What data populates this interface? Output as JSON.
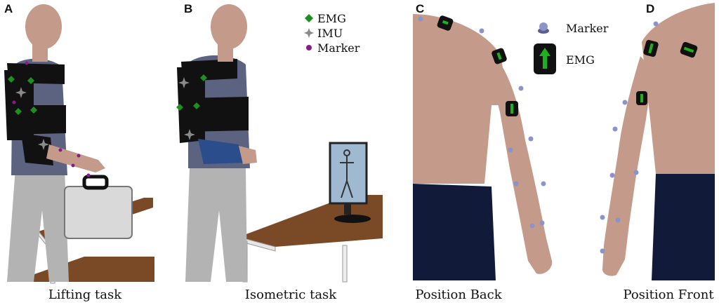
{
  "panels": [
    {
      "id": "A",
      "caption": "Lifting task"
    },
    {
      "id": "B",
      "caption": "Isometric task"
    },
    {
      "id": "C",
      "caption": "Position Back"
    },
    {
      "id": "D",
      "caption": "Position Front"
    }
  ],
  "legend_b": [
    {
      "label": "EMG",
      "symbol": "green-diamond-icon",
      "color": "#1f8f1f"
    },
    {
      "label": "IMU",
      "symbol": "grey-star-icon",
      "color": "#8a8a8a"
    },
    {
      "label": "Marker",
      "symbol": "purple-dot-icon",
      "color": "#8b1a89"
    }
  ],
  "legend_cd": [
    {
      "label": "Marker",
      "symbol": "blue-marker-sphere-icon",
      "color": "#8c93c9"
    },
    {
      "label": "EMG",
      "symbol": "emg-sensor-arrow-icon",
      "color": "#1fb01f"
    }
  ],
  "colors": {
    "skin": "#c49a8a",
    "shirt": "#5b6380",
    "pants": "#b3b3b3",
    "black": "#111111",
    "table": "#7a4a26",
    "emg_green": "#1f8f1f",
    "marker_purple": "#8b1a89",
    "navy": "#121a3a",
    "marker_blue": "#8c93c9",
    "orthosis_blue": "#2c4d8c"
  }
}
